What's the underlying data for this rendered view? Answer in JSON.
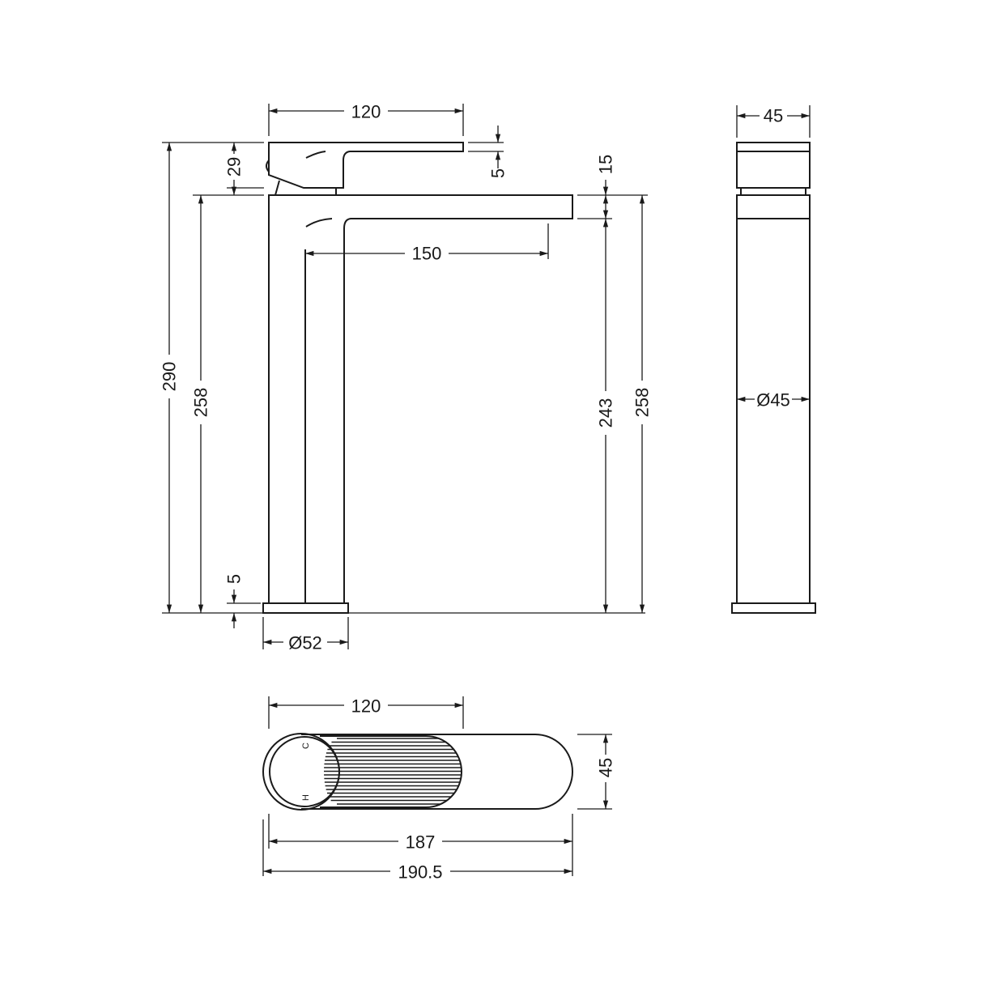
{
  "drawing": {
    "front_view": {
      "handle_width": "120",
      "handle_height": "29",
      "handle_gap": "5",
      "spout_thickness": "15",
      "spout_reach": "150",
      "overall_height": "290",
      "body_height_left": "258",
      "spout_outlet_height": "243",
      "body_height_right": "258",
      "base_thickness": "5",
      "base_diameter": "Ø52"
    },
    "side_view": {
      "width": "45",
      "body_diameter": "Ø45"
    },
    "plan_view": {
      "handle_length": "120",
      "width": "45",
      "body_length": "187",
      "overall_length": "190.5",
      "cold_mark": "C",
      "hot_mark": "H"
    },
    "line_color": "#1a1a1a",
    "background": "#ffffff"
  }
}
